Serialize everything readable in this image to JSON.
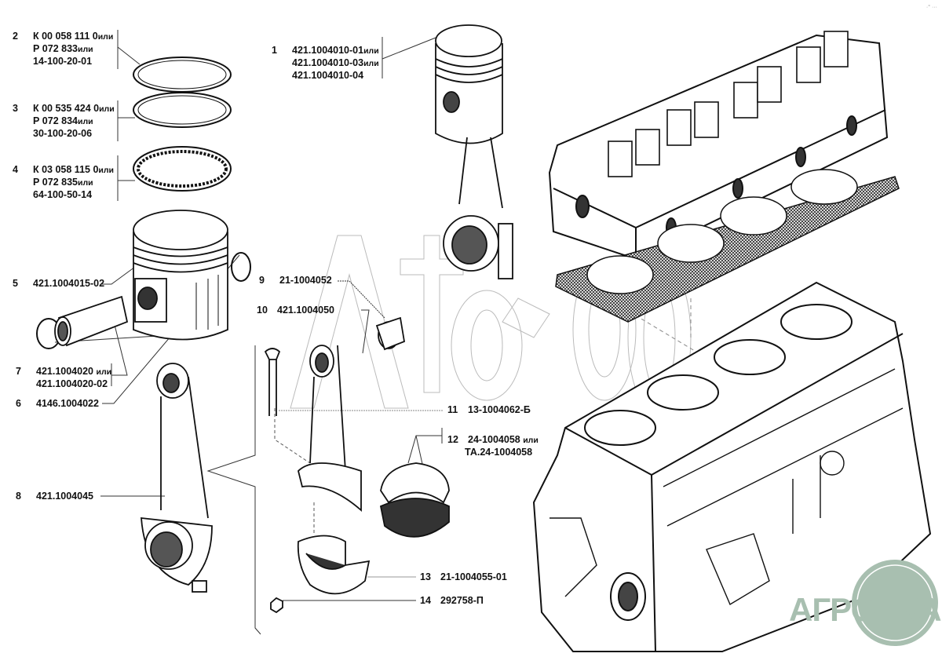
{
  "diagram": {
    "type": "exploded-parts-diagram",
    "subject": "engine piston, rings, connecting rod, cylinder head and block",
    "watermark_text": "Avtosoft",
    "corner_mark": "·° ···",
    "logo": {
      "text": "АГРОНКА",
      "color": "#a8bfb0"
    },
    "ili": "или"
  },
  "parts": [
    {
      "num": "1",
      "lines": [
        "421.1004010-01",
        "421.1004010-03",
        "421.1004010-04"
      ],
      "ili": [
        true,
        true,
        false
      ]
    },
    {
      "num": "2",
      "lines": [
        "К 00 058 111 0",
        "Р 072 833",
        "14-100-20-01"
      ],
      "ili": [
        true,
        true,
        false
      ]
    },
    {
      "num": "3",
      "lines": [
        "К 00 535 424 0",
        "Р 072 834",
        "30-100-20-06"
      ],
      "ili": [
        true,
        true,
        false
      ]
    },
    {
      "num": "4",
      "lines": [
        "К 03 058 115 0",
        "Р 072 835",
        "64-100-50-14"
      ],
      "ili": [
        true,
        true,
        false
      ]
    },
    {
      "num": "5",
      "lines": [
        "421.1004015-02"
      ],
      "ili": [
        false
      ]
    },
    {
      "num": "6",
      "lines": [
        "4146.1004022"
      ],
      "ili": [
        false
      ]
    },
    {
      "num": "7",
      "lines": [
        "421.1004020",
        "421.1004020-02"
      ],
      "ili": [
        true,
        false
      ]
    },
    {
      "num": "8",
      "lines": [
        "421.1004045"
      ],
      "ili": [
        false
      ]
    },
    {
      "num": "9",
      "lines": [
        "21-1004052"
      ],
      "ili": [
        false
      ]
    },
    {
      "num": "10",
      "lines": [
        "421.1004050"
      ],
      "ili": [
        false
      ]
    },
    {
      "num": "11",
      "lines": [
        "13-1004062-Б"
      ],
      "ili": [
        false
      ]
    },
    {
      "num": "12",
      "lines": [
        "24-1004058",
        "ТА.24-1004058"
      ],
      "ili": [
        true,
        false
      ]
    },
    {
      "num": "13",
      "lines": [
        "21-1004055-01"
      ],
      "ili": [
        false
      ]
    },
    {
      "num": "14",
      "lines": [
        "292758-П"
      ],
      "ili": [
        false
      ]
    }
  ]
}
